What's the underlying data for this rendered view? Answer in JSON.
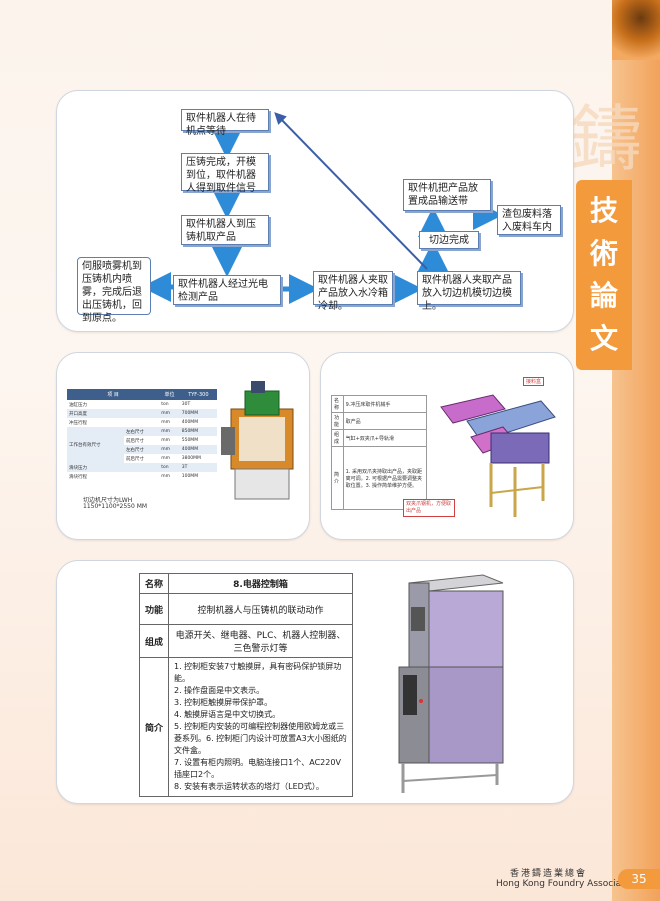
{
  "side_title": [
    "技",
    "術",
    "論",
    "文"
  ],
  "ghost_char": "鑄",
  "flowchart": {
    "wait": "取件机器人在待机点等待",
    "die_cast_done": "压铸完成，开模到位，取件机器人得到取件信号",
    "robot_take": "取件机器人到压铸机取产品",
    "sensor_check": "取件机器人经过光电检测产品",
    "spray": "伺服喷雾机到压铸机内喷雾，完成后退出压铸机，回到原点。",
    "water_cool": "取件机器人夹取产品放入水冷箱冷却。",
    "trim": "取件机器人夹取产品放入切边机模切边模上。",
    "trim_done": "切边完成",
    "conveyor": "取件机把产品放置成品输送带",
    "scrap": "渣包废料落入废料车内"
  },
  "spec_table": {
    "headers": [
      "项 目",
      "单位",
      "TYF-300"
    ],
    "rows": [
      [
        "油缸压力",
        "ton",
        "30T"
      ],
      [
        "开口高度",
        "mm",
        "700MM"
      ],
      [
        "冲压行程",
        "mm",
        "400MM"
      ],
      [
        "左右尺寸",
        "mm",
        "850MM"
      ],
      [
        "前后尺寸",
        "mm",
        "550MM"
      ],
      [
        "左右尺寸",
        "mm",
        "400MM"
      ],
      [
        "前后尺寸",
        "mm",
        "3800MM"
      ],
      [
        "滑块压力",
        "ton",
        "3T"
      ],
      [
        "滑块行程",
        "mm",
        "100MM"
      ]
    ],
    "group_label": "工作台有效尺寸",
    "note_line1": "切边机尺寸为LWH",
    "note_line2": "1150*1100*2550 MM"
  },
  "gripper_table": {
    "name_label": "名称",
    "name_value": "9.冲压床取件机械手",
    "func_label": "功能",
    "func_value": "取产品",
    "comp_label": "组成",
    "comp_value": "气缸+双夹爪+导轨滑",
    "intro_label": "简介",
    "intro_value": "1. 采用双爪夹持取出产品，夹取距离可调。2. 可根据产品需要调整夹取位置。3. 操作简单维护方便。",
    "callout1": "接料盒",
    "callout2": "双夹爪钢机，方便取出产品"
  },
  "control_table": {
    "name_label": "名称",
    "name_value": "8.电器控制箱",
    "func_label": "功能",
    "func_value": "控制机器人与压铸机的联动动作",
    "comp_label": "组成",
    "comp_value": "电源开关、继电器、PLC、机器人控制器、三色警示灯等",
    "intro_label": "简介",
    "intro_lines": [
      "1. 控制柜安装7寸触摸屏，具有密码保护锁屏功能。",
      "2. 操作盘面是中文表示。",
      "3. 控制柜触摸屏带保护罩。",
      "4. 触摸屏语言是中文切换式。",
      "5. 控制柜内安装的可编程控制器使用欧姆龙或三菱系列。6. 控制柜门内设计可放置A3大小图纸的文件盒。",
      "7. 设置有柜内照明。电脑连接口1个、AC220V插座口2个。",
      "8. 安装有表示运转状态的塔灯（LED式）。"
    ]
  },
  "footer": {
    "cn": "香港鑄造業總會",
    "en": "Hong Kong Foundry Association",
    "page": "35"
  }
}
